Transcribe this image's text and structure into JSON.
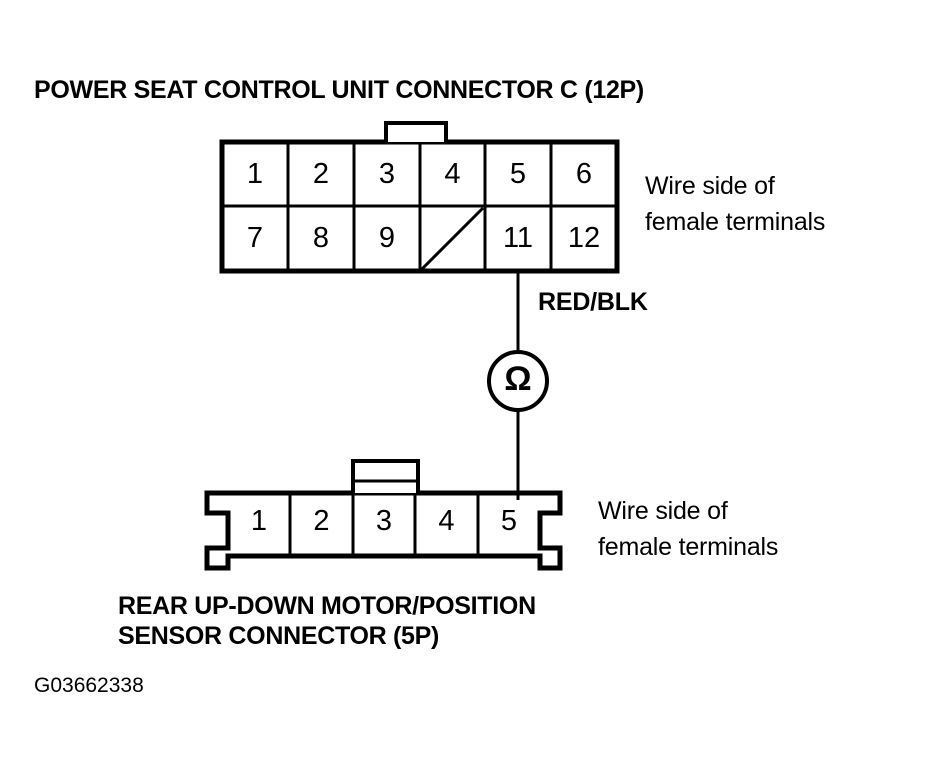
{
  "document": {
    "figure_code": "G03662338",
    "line_color": "#000000",
    "background_color": "#ffffff"
  },
  "top_connector": {
    "title": "POWER SEAT CONTROL UNIT CONNECTOR C (12P)",
    "pin_count_label": "12P",
    "note_line1": "Wire side of",
    "note_line2": "female terminals",
    "row_top": [
      "1",
      "2",
      "3",
      "4",
      "5",
      "6"
    ],
    "row_bottom": [
      "7",
      "8",
      "9",
      "",
      "11",
      "12"
    ],
    "blank_cell_index": 3,
    "blank_cell_marker": "diagonal-slash",
    "has_top_tab": true,
    "connected_pin": "11"
  },
  "measurement": {
    "instrument": "ohmmeter",
    "symbol": "Ω",
    "wire_label": "RED/BLK"
  },
  "bottom_connector": {
    "title_line1": "REAR UP-DOWN MOTOR/POSITION",
    "title_line2": "SENSOR CONNECTOR (5P)",
    "pin_count_label": "5P",
    "note_line1": "Wire side of",
    "note_line2": "female terminals",
    "pins": [
      "1",
      "2",
      "3",
      "4",
      "5"
    ],
    "has_top_tab": true,
    "tab_over_pin": "3",
    "connected_pin": "5"
  }
}
